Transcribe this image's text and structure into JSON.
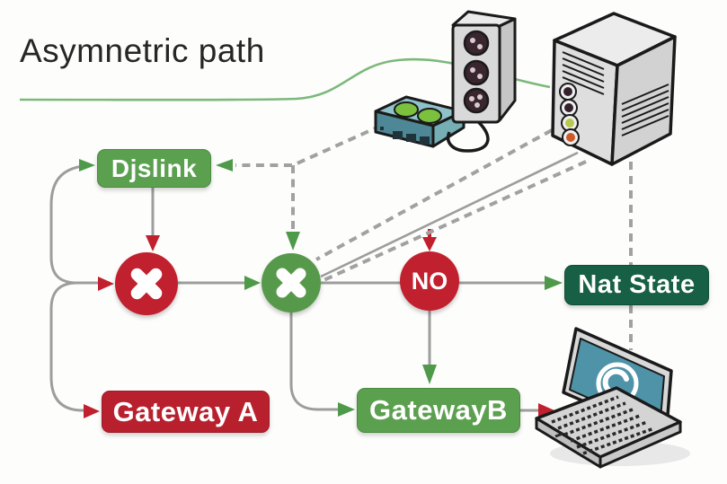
{
  "title": "Asymnetric path",
  "nodes": {
    "djslink": {
      "label": "Djslink",
      "color": "#5ba04f"
    },
    "gateway_a": {
      "label": "Gateway A",
      "color": "#b8202e"
    },
    "gateway_b": {
      "label": "GatewayB",
      "color": "#5ba04f"
    },
    "nat_state": {
      "label": "Nat State",
      "color": "#175f45"
    },
    "no_badge": {
      "label": "NO",
      "color": "#c1202e"
    }
  },
  "markers": {
    "blocked_red": {
      "icon": "x-icon",
      "color": "#c1202e"
    },
    "blocked_green": {
      "icon": "x-icon",
      "color": "#57994a"
    }
  },
  "devices": {
    "router": {
      "icon": "router-device-icon"
    },
    "power_strip": {
      "icon": "power-strip-icon"
    },
    "server": {
      "icon": "server-tower-icon"
    },
    "laptop": {
      "icon": "laptop-phone-icon"
    }
  },
  "colors": {
    "connector_gray": "#9d9d9d",
    "dashed_gray": "#a1a1a1",
    "cable_green": "#7cb87b",
    "arrow_green": "#4f9a4a",
    "arrow_red": "#c1202e",
    "laptop_screen_teal": "#4e93a8",
    "router_teal": "#8fc3c9",
    "title_color": "#262626"
  }
}
